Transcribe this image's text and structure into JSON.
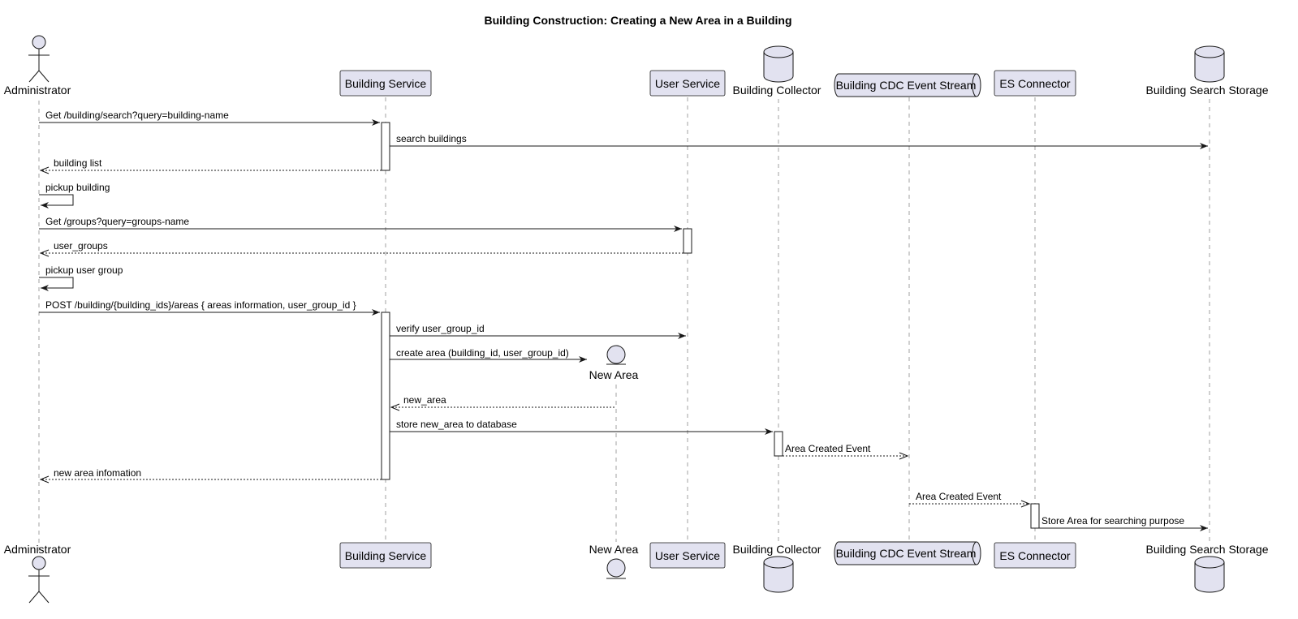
{
  "diagram": {
    "title": "Building Construction: Creating a New Area in a Building",
    "participants": [
      {
        "id": "admin",
        "label": "Administrator",
        "kind": "actor"
      },
      {
        "id": "bs",
        "label": "Building Service",
        "kind": "participant"
      },
      {
        "id": "na",
        "label": "New Area",
        "kind": "entity",
        "created": true
      },
      {
        "id": "us",
        "label": "User Service",
        "kind": "participant"
      },
      {
        "id": "bc",
        "label": "Building Collector",
        "kind": "database"
      },
      {
        "id": "cdc",
        "label": "Building CDC Event Stream",
        "kind": "queue"
      },
      {
        "id": "esc",
        "label": "ES Connector",
        "kind": "participant"
      },
      {
        "id": "bss",
        "label": "Building Search Storage",
        "kind": "database"
      }
    ],
    "messages": [
      {
        "from": "admin",
        "to": "bs",
        "label": "Get /building/search?query=building-name",
        "style": "solid"
      },
      {
        "from": "bs",
        "to": "bss",
        "label": "search buildings",
        "style": "solid"
      },
      {
        "from": "bs",
        "to": "admin",
        "label": "building list",
        "style": "dashed"
      },
      {
        "from": "admin",
        "to": "admin",
        "label": "pickup building",
        "style": "solid"
      },
      {
        "from": "admin",
        "to": "us",
        "label": "Get /groups?query=groups-name",
        "style": "solid"
      },
      {
        "from": "us",
        "to": "admin",
        "label": "user_groups",
        "style": "dashed"
      },
      {
        "from": "admin",
        "to": "admin",
        "label": "pickup user group",
        "style": "solid"
      },
      {
        "from": "admin",
        "to": "bs",
        "label": "POST /building/{building_ids}/areas { areas information, user_group_id }",
        "style": "solid"
      },
      {
        "from": "bs",
        "to": "us",
        "label": "verify user_group_id",
        "style": "solid"
      },
      {
        "from": "bs",
        "to": "na",
        "label": "create area (building_id, user_group_id)",
        "style": "solid"
      },
      {
        "from": "na",
        "to": "bs",
        "label": "new_area",
        "style": "dashed"
      },
      {
        "from": "bs",
        "to": "bc",
        "label": "store new_area to database",
        "style": "solid"
      },
      {
        "from": "bc",
        "to": "cdc",
        "label": "Area Created Event",
        "style": "dashed"
      },
      {
        "from": "bs",
        "to": "admin",
        "label": "new area infomation",
        "style": "dashed"
      },
      {
        "from": "cdc",
        "to": "esc",
        "label": "Area Created Event",
        "style": "dashed"
      },
      {
        "from": "esc",
        "to": "bss",
        "label": "Store Area for searching purpose",
        "style": "solid"
      }
    ]
  }
}
